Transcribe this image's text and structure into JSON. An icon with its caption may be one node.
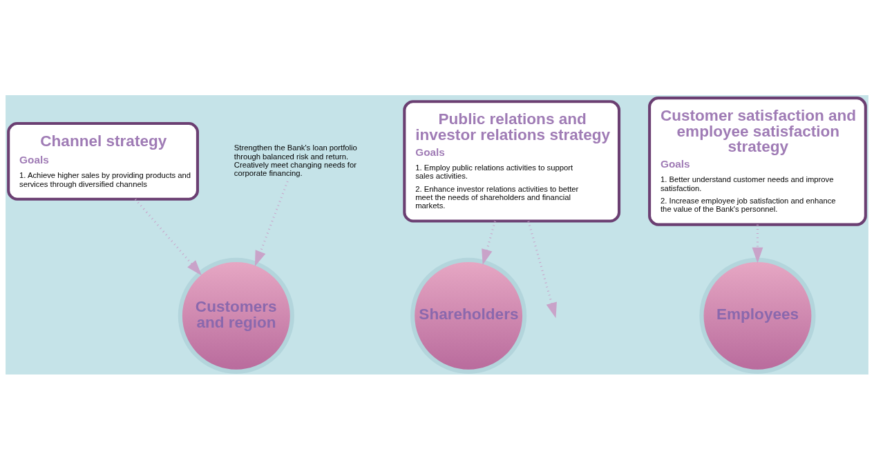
{
  "diagram": {
    "nodes": [
      {
        "text": [
          "Channel strategy",
          "Goals",
          "1. Achieve higher sales by providing products and services through diversified channels"
        ]
      },
      {
        "text": [
          "Public relations and investor relations strategy",
          "Goals",
          "1. Employ public relations activities to support sales activities.",
          "2. Enhance investor relations activities to better meet the needs of shareholders and financial markets."
        ]
      },
      {
        "text": [
          "Customer satisfaction and employee satisfaction strategy",
          "Goals",
          "1. Better understand customer needs and improve satisfaction.",
          "2. Increase employee job satisfaction and enhance the value of the Bank's personnel."
        ]
      },
      {
        "text": [
          "Customers and region"
        ]
      },
      {
        "text": [
          "Shareholders"
        ]
      },
      {
        "text": [
          "Employees"
        ]
      },
      {
        "text": [
          "Strengthen the Bank's loan portfolio through balanced risk and return.",
          "Creatively meet changing needs for corporate financing."
        ]
      }
    ],
    "edges": [
      {
        "from": 0,
        "to": 3,
        "arrow": "to",
        "style": "dashed"
      },
      {
        "from": 1,
        "to": null,
        "arrow": "to",
        "style": "dashed"
      },
      {
        "from": 1,
        "to": 4,
        "arrow": "to",
        "style": "dashed"
      },
      {
        "from": 6,
        "to": 3,
        "arrow": "to",
        "style": "dashed"
      },
      {
        "from": 2,
        "to": 5,
        "arrow": "to",
        "style": "dashed"
      }
    ]
  }
}
